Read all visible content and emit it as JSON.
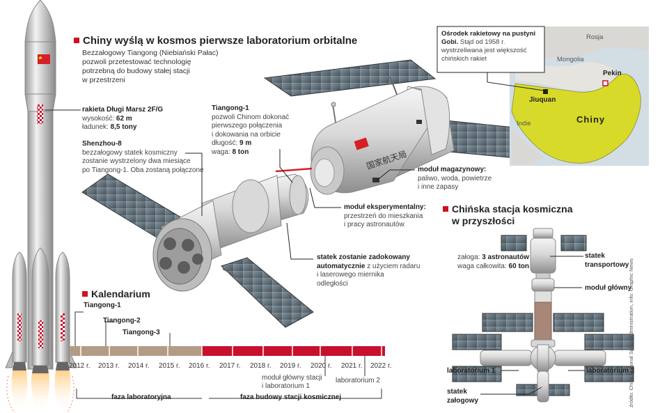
{
  "title": "Chiny wyślą w kosmos pierwsze laboratorium orbitalne",
  "intro": [
    "Bezzałogowy Tiangong (Niebiański Pałac)",
    "pozwoli przetestować technologię",
    "potrzebną do budowy stałej stacji",
    "w przestrzeni"
  ],
  "rocket": {
    "name": "rakieta Długi Marsz 2F/G",
    "height_label": "wysokość:",
    "height_value": "62 m",
    "payload_label": "ładunek:",
    "payload_value": "8,5 tony"
  },
  "shenzhou": {
    "name": "Shenzhou-8",
    "desc": [
      "bezzałogowy statek kosmiczny",
      "zostanie wystrzelony dwa miesiące",
      "po Tiangong-1. Oba zostaną połączone"
    ]
  },
  "tiangong": {
    "name": "Tiangong-1",
    "desc": [
      "pozwoli Chinom dokonać",
      "pierwszego połączenia",
      "i dokowania na orbicie"
    ],
    "length_label": "długość:",
    "length_value": "9 m",
    "weight_label": "waga:",
    "weight_value": "8 ton",
    "hull_text": "国家航天局"
  },
  "storage_module": {
    "name": "moduł magazynowy:",
    "desc": [
      "paliwo, woda, powietrze",
      "i inne zapasy"
    ]
  },
  "experimental_module": {
    "name": "moduł eksperymentalny:",
    "desc": [
      "przestrzeń do mieszkania",
      "i pracy astronautów"
    ]
  },
  "docking": {
    "bold": [
      "statek zostanie zadokowany",
      "automatycznie"
    ],
    "rest": [
      " z użyciem radaru",
      "i laserowego miernika",
      "odległości"
    ]
  },
  "map": {
    "info_bold": "Ośrodek rakietowy na pustyni Gobi.",
    "info_rest": " Stąd od 1958 r. wystrzeliwana jest większość chińskich rakiet",
    "russia": "Rosja",
    "mongolia": "Mongolia",
    "beijing": "Pekin",
    "jiuquan": "Jiuquan",
    "china": "Chiny",
    "india": "Indie"
  },
  "calendar": {
    "title": "Kalendarium",
    "launches": [
      "Tiangong-1",
      "Tiangong-2",
      "Tiangong-3"
    ],
    "years": [
      "2012 r.",
      "2013 r.",
      "2014 r.",
      "2015 r.",
      "2016 r.",
      "2017 r.",
      "2018 r.",
      "2019 r.",
      "2020 r.",
      "2021 r.",
      "2022 r."
    ],
    "note_main_module": [
      "moduł główny stacji",
      "i laboratorium 1"
    ],
    "note_lab2": "laboratorium 2",
    "phase_lab": "faza laboratoryjna",
    "phase_build": "faza budowy stacji kosmicznej",
    "colors": {
      "lab": "#b39b86",
      "build": "#c8102e"
    }
  },
  "future_station": {
    "title": [
      "Chińska stacja kosmiczna",
      "w przyszłości"
    ],
    "crew_label": "załoga:",
    "crew_value": "3 astronautów",
    "mass_label": "waga całkowita:",
    "mass_value": "60 ton",
    "transport": [
      "statek",
      "transportowy"
    ],
    "main_module": "moduł główny",
    "lab1": "laboratorium 1",
    "lab2": "laboratorium 2",
    "crew_ship": [
      "statek",
      "załogowy"
    ]
  },
  "source": "źródło: China National Space Administration, info: Graphic News"
}
